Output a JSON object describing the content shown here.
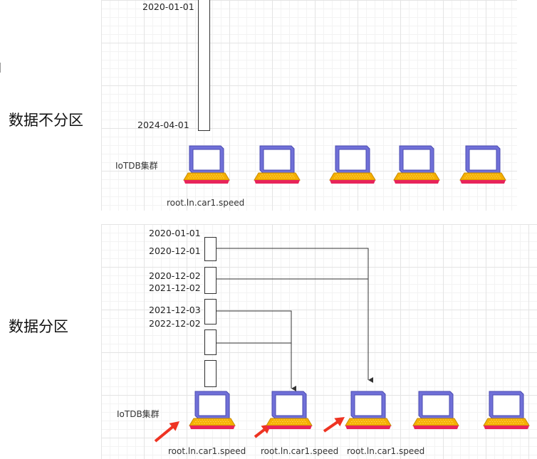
{
  "top": {
    "caption": "数据不分区",
    "range_start": "2020-01-01",
    "range_end": "2024-04-01",
    "cluster_label": "IoTDB集群",
    "series_label": "root.ln.car1.speed"
  },
  "bottom": {
    "caption": "数据分区",
    "dates": [
      "2020-01-01",
      "2020-12-01",
      "2020-12-02",
      "2021-12-02",
      "2021-12-03",
      "2022-12-02"
    ],
    "cluster_label": "IoTDB集群",
    "series_labels": [
      "root.ln.car1.speed",
      "root.ln.car1.speed",
      "root.ln.car1.speed"
    ]
  },
  "colors": {
    "screen_frame": "#7070d8",
    "screen_fill": "#ffffff",
    "keyboard": "#f5b000",
    "base": "#e8245a",
    "arrow_red": "#ee3322",
    "connector": "#333333"
  },
  "icons": {
    "laptop": "laptop-icon",
    "highlight_arrow": "red-arrow-icon"
  }
}
